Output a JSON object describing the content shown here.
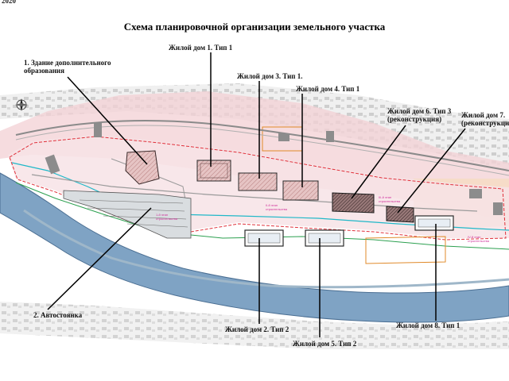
{
  "corner_text": "2020",
  "title": "Схема планировочной организации земельного участка",
  "labels": {
    "school": "1. Здание дополнительного",
    "school_2": "образования",
    "parking": "2. Автостоянка",
    "house1": "Жилой дом 1. Тип 1",
    "house3": "Жилой дом 3. Тип 1.",
    "house4": "Жилой дом 4. Тип 1",
    "house6": "Жилой дом 6. Тип 3",
    "house6_2": "(реконструкция)",
    "house7": "Жилой дом 7.",
    "house7_2": "(реконструкция)",
    "house2": "Жилой дом 2. Тип 2",
    "house5": "Жилой дом 5. Тип 2",
    "house8": "Жилой дом 8. Тип 1"
  },
  "map_notes": {
    "n1": "1-й этап",
    "n1b": "строительства",
    "n2": "II-й этап",
    "n2b": "строительства",
    "n3": "III-й этап",
    "n3b": "строительства",
    "n4": "IV-й этап",
    "n4b": "строительства"
  },
  "colors": {
    "water": "#7fa3c4",
    "embankment_pink": "#f0c6cc",
    "boundary_red": "#e0303a",
    "green_line": "#2ca050",
    "cyan_line": "#20b8c8",
    "building_dark": "#4a3a3a",
    "building_hatch": "#d8b0b0",
    "orange_line": "#e08a2a"
  }
}
